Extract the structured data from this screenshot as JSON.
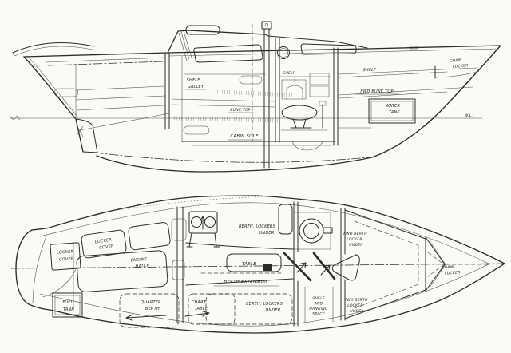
{
  "sheet": {
    "background": "#fbfaf7",
    "ink": "#2e2c28"
  },
  "profile_view": {
    "labels": {
      "galley_shelf": [
        "SHELF",
        "GALLEY"
      ],
      "bunk_top": "BUNK TOP",
      "cabin_sole": "CABIN SOLE",
      "head_shelf": "SHELF",
      "fore_shelf": "SHELF",
      "fwd_bunk_top": "FWD BUNK TOP",
      "water_tank": [
        "WATER",
        "TANK"
      ],
      "chain_locker": [
        "CHAIN",
        "LOCKER"
      ],
      "waterline_mark": "W.L."
    }
  },
  "plan_view": {
    "labels": {
      "stern_locker_cover": [
        "LOCKER",
        "COVER"
      ],
      "port_locker_cover": [
        "LOCKER",
        "COVER"
      ],
      "engine_hatch": [
        "ENGINE",
        "HATCH"
      ],
      "fuel_tank": [
        "FUEL",
        "TANK"
      ],
      "quarter_berth": [
        "QUARTER",
        "BERTH"
      ],
      "chart_table": [
        "CHART",
        "TABLE"
      ],
      "starboard_berth": [
        "BERTH, LOCKERS",
        "UNDER"
      ],
      "table": "TABLE",
      "berth_extension": "BERTH EXTENSION",
      "port_berth": [
        "BERTH, LOCKERS",
        "UNDER"
      ],
      "shelf_hanging": [
        "SHELF",
        "AND",
        "HANGING",
        "SPACE"
      ],
      "fwd_berth_locker_stbd": [
        "FWD BERTH",
        "LOCKER",
        "UNDER"
      ],
      "fwd_berth_locker_port": [
        "FWD BERTH",
        "LOCKER",
        "UNDER"
      ],
      "chain_locker": [
        "CHAIN",
        "LOCKER"
      ]
    }
  }
}
